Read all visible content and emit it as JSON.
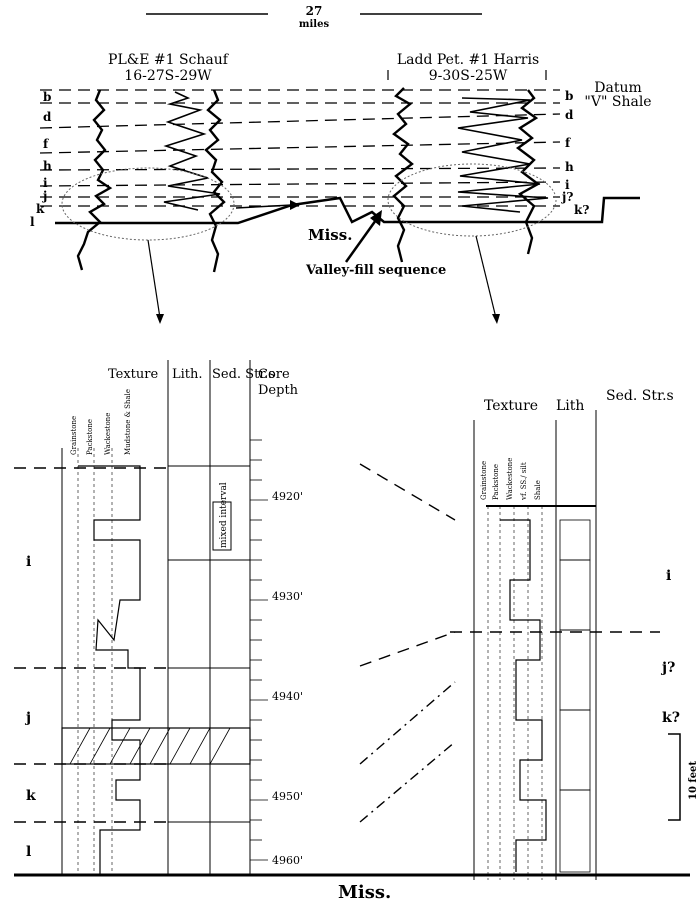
{
  "scale": {
    "value": "27",
    "unit": "miles"
  },
  "wells": [
    {
      "name": "PL&E #1 Schauf",
      "location": "16-27S-29W"
    },
    {
      "name": "Ladd Pet. #1 Harris",
      "location": "9-30S-25W"
    }
  ],
  "datum": {
    "line1": "Datum",
    "line2": "\"V\" Shale"
  },
  "correlation_markers_left": [
    "b",
    "d",
    "f",
    "h",
    "i",
    "j",
    "k",
    "l"
  ],
  "correlation_markers_right": [
    "b",
    "d",
    "f",
    "h",
    "i",
    "j?",
    "k?"
  ],
  "miss_label": "Miss.",
  "valley_fill_label": "Valley-fill sequence",
  "core_left": {
    "headers": {
      "texture": "Texture",
      "lith": "Lith.",
      "sed": "Sed. Str.s",
      "depth_line1": "Core",
      "depth_line2": "Depth"
    },
    "texture_columns": [
      "Grainstone",
      "Packstone",
      "Wackestone",
      "Mudstone & Shale"
    ],
    "depths": [
      "4920'",
      "4930'",
      "4940'",
      "4950'",
      "4960'"
    ],
    "units": [
      "i",
      "j",
      "k",
      "l"
    ],
    "annotation": "mixed interval",
    "base": "Miss."
  },
  "core_right": {
    "headers": {
      "texture": "Texture",
      "lith": "Lith",
      "sed": "Sed. Str.s"
    },
    "texture_columns": [
      "Grainstone",
      "Packstone",
      "Wackestone",
      "vf. SS./ silt",
      "Shale"
    ],
    "units": [
      "i",
      "j?",
      "k?"
    ],
    "scale_bar": "10 feet"
  }
}
